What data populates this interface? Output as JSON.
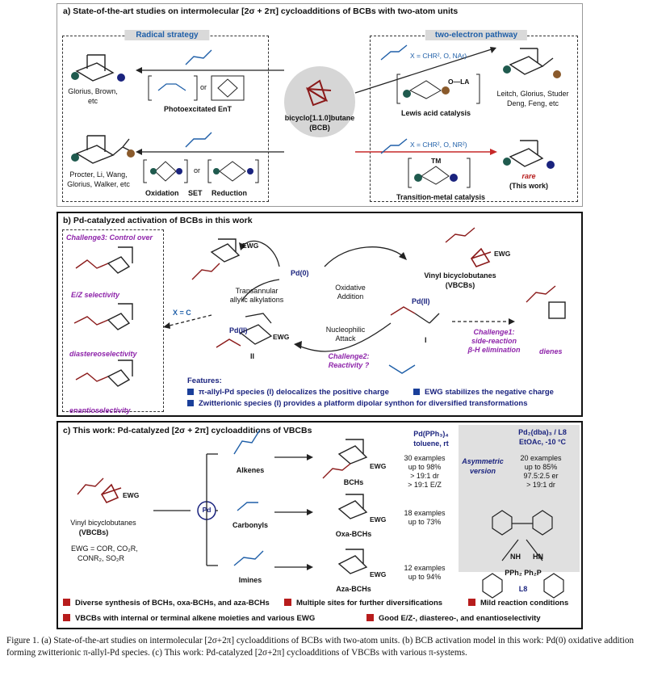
{
  "panel_a": {
    "title": "a) State-of-the-art studies on intermolecular [2σ + 2π] cycloadditions of BCBs with two-atom units",
    "radical_label": "Radical strategy",
    "two_electron_label": "two-electron pathway",
    "left_top_authors": [
      "Glorius, Brown,",
      "etc"
    ],
    "left_bottom_authors": [
      "Procter, Li, Wang,",
      "Glorius, Walker, etc"
    ],
    "photo_label": "Photoexcitated EnT",
    "or": "or",
    "oxidation": "Oxidation",
    "set": "SET",
    "reduction": "Reduction",
    "bcb_name": "bicyclo[1.1.0]butane",
    "bcb_abbr": "(BCB)",
    "x_def_top": "X = CHR², O, NAr)",
    "x_def_bottom": "X = CHR², O, NR²)",
    "lewis_label": "Lewis acid catalysis",
    "la_label": "O—LA",
    "tm_label": "Transition-metal catalysis",
    "tm": "TM",
    "right_top_authors": [
      "Leitch, Glorius, Studer",
      "Deng, Feng, etc"
    ],
    "rare": "rare",
    "this_work": "(This work)"
  },
  "panel_b": {
    "title": "b) Pd-catalyzed activation of BCBs in this work",
    "challenge3": [
      "Challenge3: Control over"
    ],
    "ez": "E/Z selectivity",
    "diastereo": "diastereoselectivity",
    "enantio": "enantioselectivity",
    "x_eq_c": "X = C",
    "pd0": "Pd(0)",
    "transannular": [
      "Transannular",
      "allylic alkylations"
    ],
    "oxidative": [
      "Oxidative",
      "Addition"
    ],
    "vbcb": [
      "Vinyl bicyclobutanes",
      "(VBCBs)"
    ],
    "pd2": "Pd(II)",
    "nucleophilic": [
      "Nucleophilic",
      "Attack"
    ],
    "challenge1": [
      "Challenge1:",
      "side-reaction",
      "β-H elimination"
    ],
    "dienes": "dienes",
    "challenge2": [
      "Challenge2:",
      "Reactivity ?"
    ],
    "roman_i": "I",
    "roman_ii": "II",
    "features_title": "Features:",
    "features": [
      "π-allyl-Pd species (I) delocalizes the positive charge",
      "EWG stabilizes the negative charge",
      "Zwitterionic species (I) provides a platform dipolar synthon for diversified transformations"
    ]
  },
  "panel_c": {
    "title": "c) This work: Pd-catalyzed [2σ + 2π] cycloadditions of VBCBs",
    "cond1": [
      "Pd(PPh₃)₄",
      "toluene, rt"
    ],
    "cond2": [
      "Pd₂(dba)₃ / L8",
      "EtOAc, -10 °C"
    ],
    "asym": [
      "Asymmetric",
      "version"
    ],
    "vbcb_name": [
      "Vinyl bicyclobutanes",
      "(VBCBs)"
    ],
    "ewg_def": [
      "EWG = COR, CO₂R,",
      "CONR₂, SO₂R"
    ],
    "pd": "Pd",
    "alkenes": "Alkenes",
    "carbonyls": "Carbonyls",
    "imines": "Imines",
    "bchs": "BCHs",
    "oxa": "Oxa-BCHs",
    "aza": "Aza-BCHs",
    "stats1": [
      "30 examples",
      "up to 98%",
      "> 19:1 dr",
      "> 19:1 E/Z"
    ],
    "stats2": [
      "18 examples",
      "up to 73%"
    ],
    "stats3": [
      "12 examples",
      "up to 94%"
    ],
    "asym_stats": [
      "20 examples",
      "up to 85%",
      "97.5:2.5 er",
      "> 19:1 dr"
    ],
    "nh": "NH",
    "hn": "HN",
    "pph2": "PPh₂ Ph₂P",
    "l8": "L8"
  },
  "bullets": [
    "Diverse synthesis of BCHs, oxa-BCHs, and aza-BCHs",
    "Multiple sites for further diversifications",
    "Mild reaction conditions",
    "VBCBs with internal or terminal alkene moieties and various EWG",
    "Good E/Z-, diastereo-, and enantioselectivity"
  ],
  "caption": "Figure 1. (a) State-of-the-art studies on intermolecular [2σ+2π] cycloadditions of BCBs with two-atom units. (b) BCB activation model in this work: Pd(0) oxidative addition forming zwitterionic π-allyl-Pd species. (c) This work: Pd-catalyzed [2σ+2π] cycloadditions of VBCBs with various π-systems.",
  "colors": {
    "teal": "#1f5a4e",
    "navy": "#1a237e",
    "maroon": "#8b1a1a",
    "blue": "#1f5fa8",
    "purple": "#8e24aa",
    "brown": "#8a5a2b",
    "gray": "#d9d9d9"
  }
}
